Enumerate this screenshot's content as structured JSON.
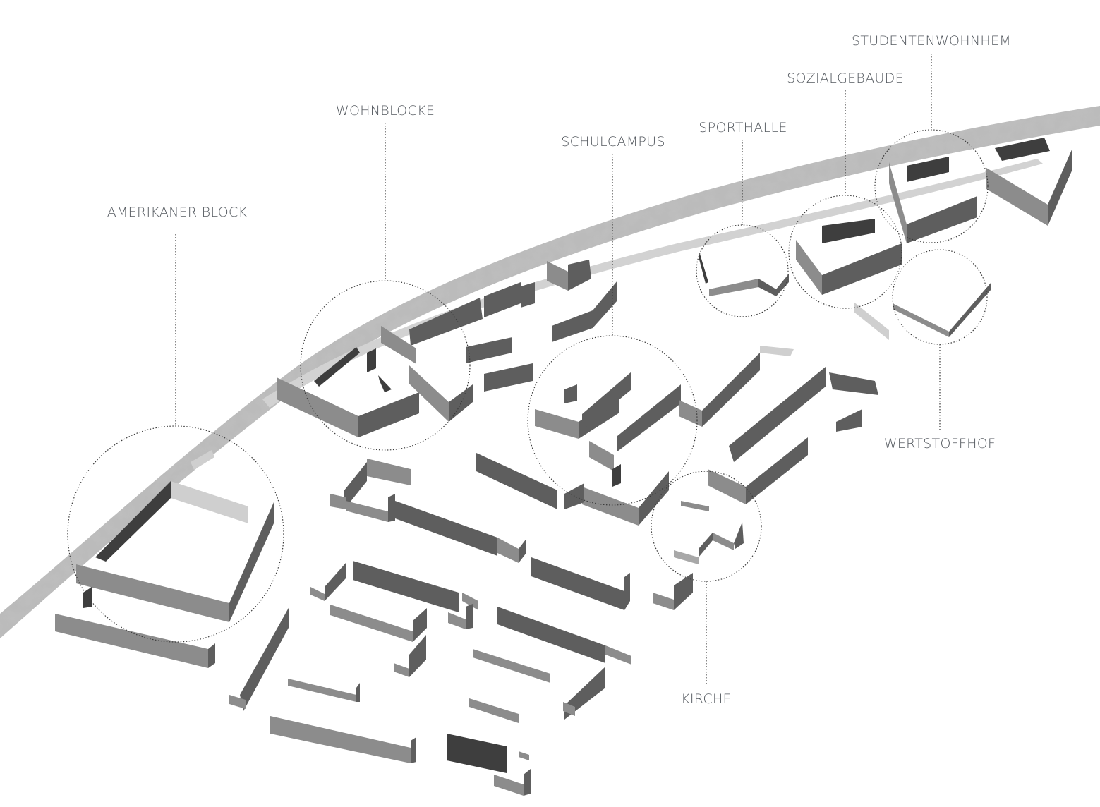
{
  "labels": {
    "amerikaner_block": "AMERIKANER BLOCK",
    "wohnblocke": "WOHNBLOCKE",
    "schulcampus": "SCHULCAMPUS",
    "sporthalle": "SPORTHALLE",
    "sozialgebaeude": "SOZIALGEBÄUDE",
    "studentenwohnheim": "STUDENTENWOHNHEM",
    "wertstoffhof": "WERTSTOFFHOF",
    "kirche": "KIRCHE"
  },
  "colors": {
    "river": "#b9b9b9",
    "facade_light": "#8c8c8c",
    "facade_dark": "#5e5e5e",
    "leader_line": "#3a3a3a",
    "label_text": "#555a60"
  }
}
